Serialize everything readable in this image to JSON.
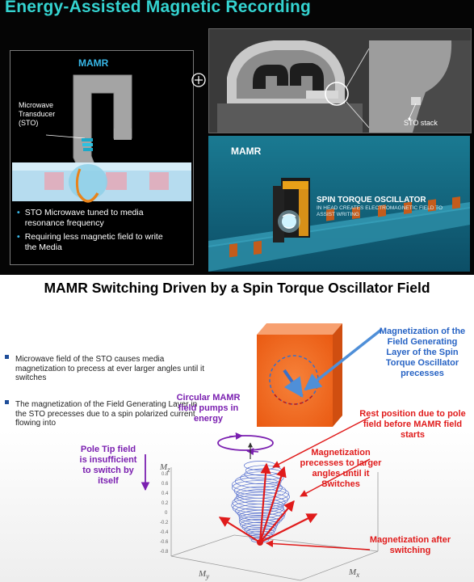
{
  "top": {
    "title": "Energy-Assisted Magnetic Recording",
    "left_panel": {
      "title": "MAMR",
      "transducer_label": "Microwave\nTransducer\n(STO)",
      "bullets": [
        "STO Microwave tuned to media resonance frequency",
        "Requiring less magnetic field to write the Media"
      ]
    },
    "sem_panel": {
      "stack_label": "STO stack"
    },
    "render_panel": {
      "title": "MAMR",
      "sto_title": "SPIN TORQUE OSCILLATOR",
      "sto_subtitle": "IN HEAD CREATES ELECTROMAGNETIC FIELD TO ASSIST WRITING"
    }
  },
  "heading": "MAMR Switching Driven by a Spin Torque Oscillator Field",
  "bottom": {
    "bullets": [
      "Microwave field of the STO causes media magnetization to precess at ever larger angles until it switches",
      "The magnetization of the Field Generating Layer in the STO precesses due to a spin polarized current flowing into"
    ],
    "annotations": {
      "fgl": "Magnetization of the Field Generating Layer of the Spin Torque Oscillator precesses",
      "circular": "Circular MAMR field pumps in energy",
      "rest": "Rest position due to pole field before MAMR field starts",
      "pole_tip": "Pole Tip field is insufficient to switch by itself",
      "precesses": "Magnetization precesses to larger angles until it Switches",
      "after": "Magnetization after switching"
    },
    "axes": {
      "z": "M",
      "z_sub": "z",
      "y": "M",
      "y_sub": "y",
      "x": "M",
      "x_sub": "x"
    },
    "ticks": [
      "0.8",
      "0.6",
      "0.4",
      "0.2",
      "0",
      "-0.2",
      "-0.4",
      "-0.6",
      "-0.8"
    ]
  },
  "colors": {
    "title_cyan": "#34d3d0",
    "accent_blue": "#38b8e8",
    "orange_cube": "#f26a1b",
    "annotation_blue": "#2763c4",
    "annotation_purple": "#7a1fb0",
    "annotation_red": "#e01b1b"
  }
}
